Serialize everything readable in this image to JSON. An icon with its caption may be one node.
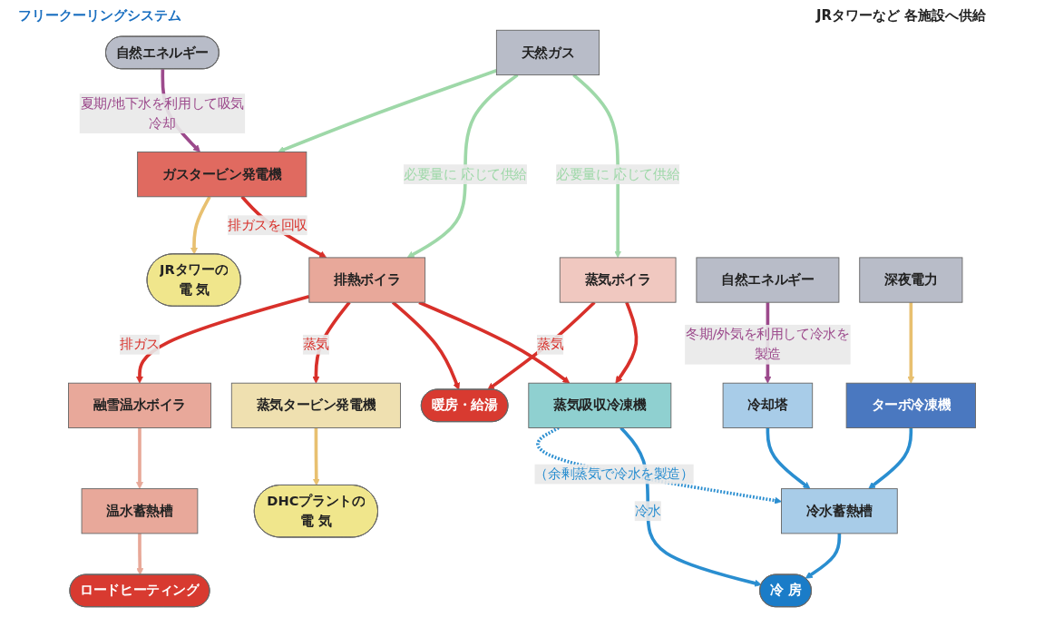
{
  "diagram": {
    "nodes": [
      {
        "text": [
          "自然エネルギー"
        ]
      },
      {
        "text": [
          "天然ガス"
        ]
      },
      {
        "text": [
          "ガスタービン発電機"
        ]
      },
      {
        "text": [
          "排熱ボイラ"
        ]
      },
      {
        "text": [
          "融雪温水ボイラ"
        ]
      },
      {
        "text": [
          "蒸気タービン発電機"
        ]
      },
      {
        "text": [
          "蒸気ボイラ"
        ]
      },
      {
        "text": [
          "温水蓄熱槽"
        ]
      },
      {
        "text": [
          "DHCプラントの",
          "電 気"
        ]
      },
      {
        "text": [
          "JRタワーの",
          "電 気"
        ]
      },
      {
        "text": [
          "ロードヒーティング"
        ]
      },
      {
        "text": [
          "暖房・給湯"
        ]
      },
      {
        "text": [
          "自然エネルギー"
        ]
      },
      {
        "text": [
          "冷却塔"
        ]
      },
      {
        "text": [
          "蒸気吸収冷凍機"
        ]
      },
      {
        "text": [
          "冷水蓄熱槽"
        ]
      },
      {
        "text": [
          "冷 房"
        ]
      },
      {
        "text": [
          "深夜電力"
        ]
      },
      {
        "text": [
          "ターボ冷凍機"
        ]
      }
    ],
    "edges": [
      {
        "from": 0,
        "to": 2,
        "arrow": "to",
        "label": "夏期/地下水を利用して吸気冷却",
        "color": "#9c4a8c"
      },
      {
        "from": 1,
        "to": 2,
        "arrow": "to",
        "color": "#9ed8a8"
      },
      {
        "from": 1,
        "to": 3,
        "arrow": "to",
        "label": "必要量に 応じて供給",
        "color": "#9ed8a8"
      },
      {
        "from": 1,
        "to": 6,
        "arrow": "to",
        "label": "必要量に 応じて供給",
        "color": "#9ed8a8"
      },
      {
        "from": 2,
        "to": 9,
        "arrow": "to",
        "color": "#e8c070"
      },
      {
        "from": 2,
        "to": 3,
        "arrow": "to",
        "label": "排ガスを回収"
      },
      {
        "from": 3,
        "to": 4,
        "arrow": "to",
        "label": "排ガス"
      },
      {
        "from": 3,
        "to": 5,
        "arrow": "to",
        "label": "蒸気"
      },
      {
        "from": 3,
        "to": 11,
        "arrow": "to"
      },
      {
        "from": 3,
        "to": 14,
        "arrow": "to"
      },
      {
        "from": 6,
        "to": 11,
        "arrow": "to",
        "label": "蒸気"
      },
      {
        "from": 6,
        "to": 14,
        "arrow": "to"
      },
      {
        "from": 4,
        "to": 7,
        "arrow": "to",
        "color": "#e8a898"
      },
      {
        "from": 7,
        "to": 10,
        "arrow": "to",
        "color": "#e8a898"
      },
      {
        "from": 5,
        "to": 8,
        "arrow": "to",
        "color": "#e8c070"
      },
      {
        "from": 12,
        "to": 13,
        "arrow": "to",
        "label": "冬期/外気を利用して冷水を製造",
        "color": "#9c4a8c"
      },
      {
        "from": 13,
        "to": 15,
        "arrow": "to",
        "color": "#2a8ed0"
      },
      {
        "from": 14,
        "to": 15,
        "arrow": "to",
        "style": "dashed",
        "label": "（余剰蒸気で冷水を製造）",
        "color": "#2a8ed0"
      },
      {
        "from": 14,
        "to": 16,
        "arrow": "to",
        "label": "冷水",
        "color": "#2a8ed0"
      },
      {
        "from": 15,
        "to": 16,
        "arrow": "to",
        "color": "#2a8ed0"
      },
      {
        "from": 17,
        "to": 18,
        "arrow": "to",
        "color": "#e8c070"
      },
      {
        "from": 18,
        "to": 15,
        "arrow": "to",
        "color": "#2a8ed0"
      }
    ],
    "labels": [
      "JRタワーなど 各施設へ供給",
      "フリークーリングシステム"
    ]
  }
}
